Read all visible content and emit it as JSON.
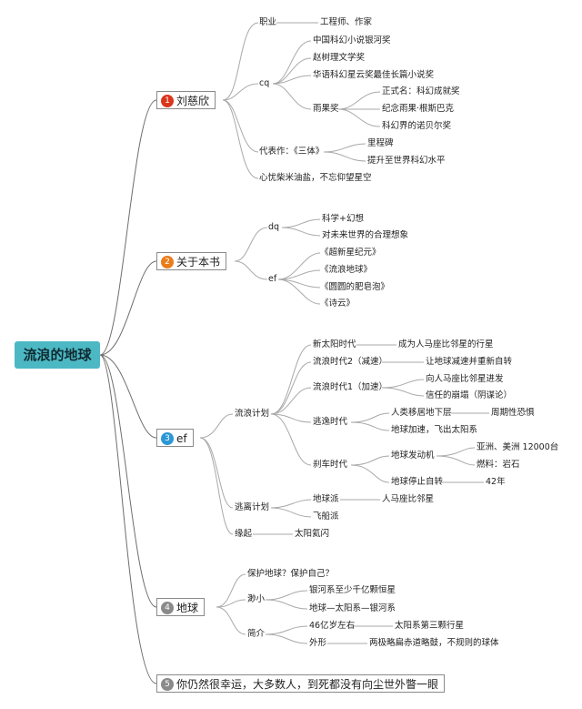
{
  "root": "流浪的地球",
  "branches": [
    {
      "num": "1",
      "label": "刘慈欣"
    },
    {
      "num": "2",
      "label": "关于本书"
    },
    {
      "num": "3",
      "label": "ef"
    },
    {
      "num": "4",
      "label": "地球"
    },
    {
      "num": "5",
      "label": "你仍然很幸运，大多数人，到死都没有向尘世外瞥一眼"
    }
  ],
  "nodes": {
    "zhiye": "职业",
    "gongchengshi": "工程师、作家",
    "cq": "cq",
    "zhongguo": "中国科幻小说银河奖",
    "zhaoshuli": "赵树理文学奖",
    "huayu": "华语科幻星云奖最佳长篇小说奖",
    "yuguo": "雨果奖",
    "zhengshiming": "正式名：科幻成就奖",
    "jinian": "纪念雨果·根斯巴克",
    "kehuanjie": "科幻界的诺贝尔奖",
    "daibiaozuo": "代表作：《三体》",
    "lichengbei": "里程碑",
    "tisheng": "提升至世界科幻水平",
    "xinyou": "心忧柴米油盐，不忘仰望星空",
    "dq": "dq",
    "kexue": "科学+幻想",
    "duiweilai": "对未来世界的合理想象",
    "ef2": "ef",
    "chaoxinxing": "《超新星纪元》",
    "liulangdiqiu": "《流浪地球》",
    "yuanyuan": "《圆圆的肥皂泡》",
    "shiyun": "《诗云》",
    "liulangjihua": "流浪计划",
    "xintaiyang": "新太阳时代",
    "chengwei": "成为人马座比邻星的行星",
    "liulang2": "流浪时代2（减速）",
    "rangdiqiu": "让地球减速并重新自转",
    "liulang1": "流浪时代1（加速）",
    "xiangrenma": "向人马座比邻星进发",
    "xinren": "信任的崩塌（阴谋论）",
    "taoyi": "逃逸时代",
    "renlei": "人类移居地下层",
    "zhouqixing": "周期性恐惧",
    "diqiujiasu": "地球加速，飞出太阳系",
    "shache": "刹车时代",
    "fadongji": "地球发动机",
    "yazhou": "亚洲、美洲 12000台",
    "ranliao": "燃料：岩石",
    "tingzhi": "地球停止自转",
    "years42": "42年",
    "taolijihua": "逃离计划",
    "diqiupai": "地球派",
    "renmazuo": "人马座比邻星",
    "feichuanpai": "飞船派",
    "yuanqi": "缘起",
    "taiyangshan": "太阳氦闪",
    "baohu": "保护地球？保护自己？",
    "miaoxiao": "渺小",
    "yinhexi": "银河系至少千亿颗恒星",
    "diqiutaiyang": "地球—太阳系—银河系",
    "jianjie": "简介",
    "yi46": "46亿岁左右",
    "disan": "太阳系第三颗行星",
    "waixing": "外形",
    "liangji": "两极略扁赤道略鼓，不规则的球体"
  }
}
